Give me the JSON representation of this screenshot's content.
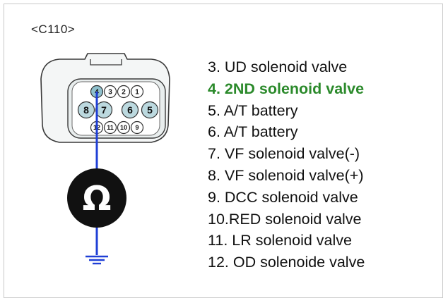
{
  "connector": {
    "id": "<C110>",
    "meter_symbol": "Ω",
    "highlight_color": "#2b8a2b",
    "probe_color": "#1f3fd6",
    "pins": [
      {
        "label": "4",
        "tested": true
      },
      {
        "label": "3",
        "tested": false
      },
      {
        "label": "2",
        "tested": false
      },
      {
        "label": "1",
        "tested": false
      },
      {
        "label": "8",
        "tested": false
      },
      {
        "label": "7",
        "tested": false
      },
      {
        "label": "6",
        "tested": false
      },
      {
        "label": "5",
        "tested": false
      },
      {
        "label": "12",
        "tested": false
      },
      {
        "label": "11",
        "tested": false
      },
      {
        "label": "10",
        "tested": false
      },
      {
        "label": "9",
        "tested": false
      }
    ]
  },
  "pin_functions": [
    {
      "text": "3. UD solenoid valve",
      "highlight": false
    },
    {
      "text": "4. 2ND solenoid valve",
      "highlight": true
    },
    {
      "text": "5. A/T battery",
      "highlight": false
    },
    {
      "text": "6. A/T battery",
      "highlight": false
    },
    {
      "text": "7. VF solenoid valve(-)",
      "highlight": false
    },
    {
      "text": "8. VF solenoid valve(+)",
      "highlight": false
    },
    {
      "text": "9. DCC solenoid valve",
      "highlight": false
    },
    {
      "text": "10.RED solenoid valve",
      "highlight": false
    },
    {
      "text": "11. LR solenoid valve",
      "highlight": false
    },
    {
      "text": "12. OD solenoide valve",
      "highlight": false
    }
  ]
}
